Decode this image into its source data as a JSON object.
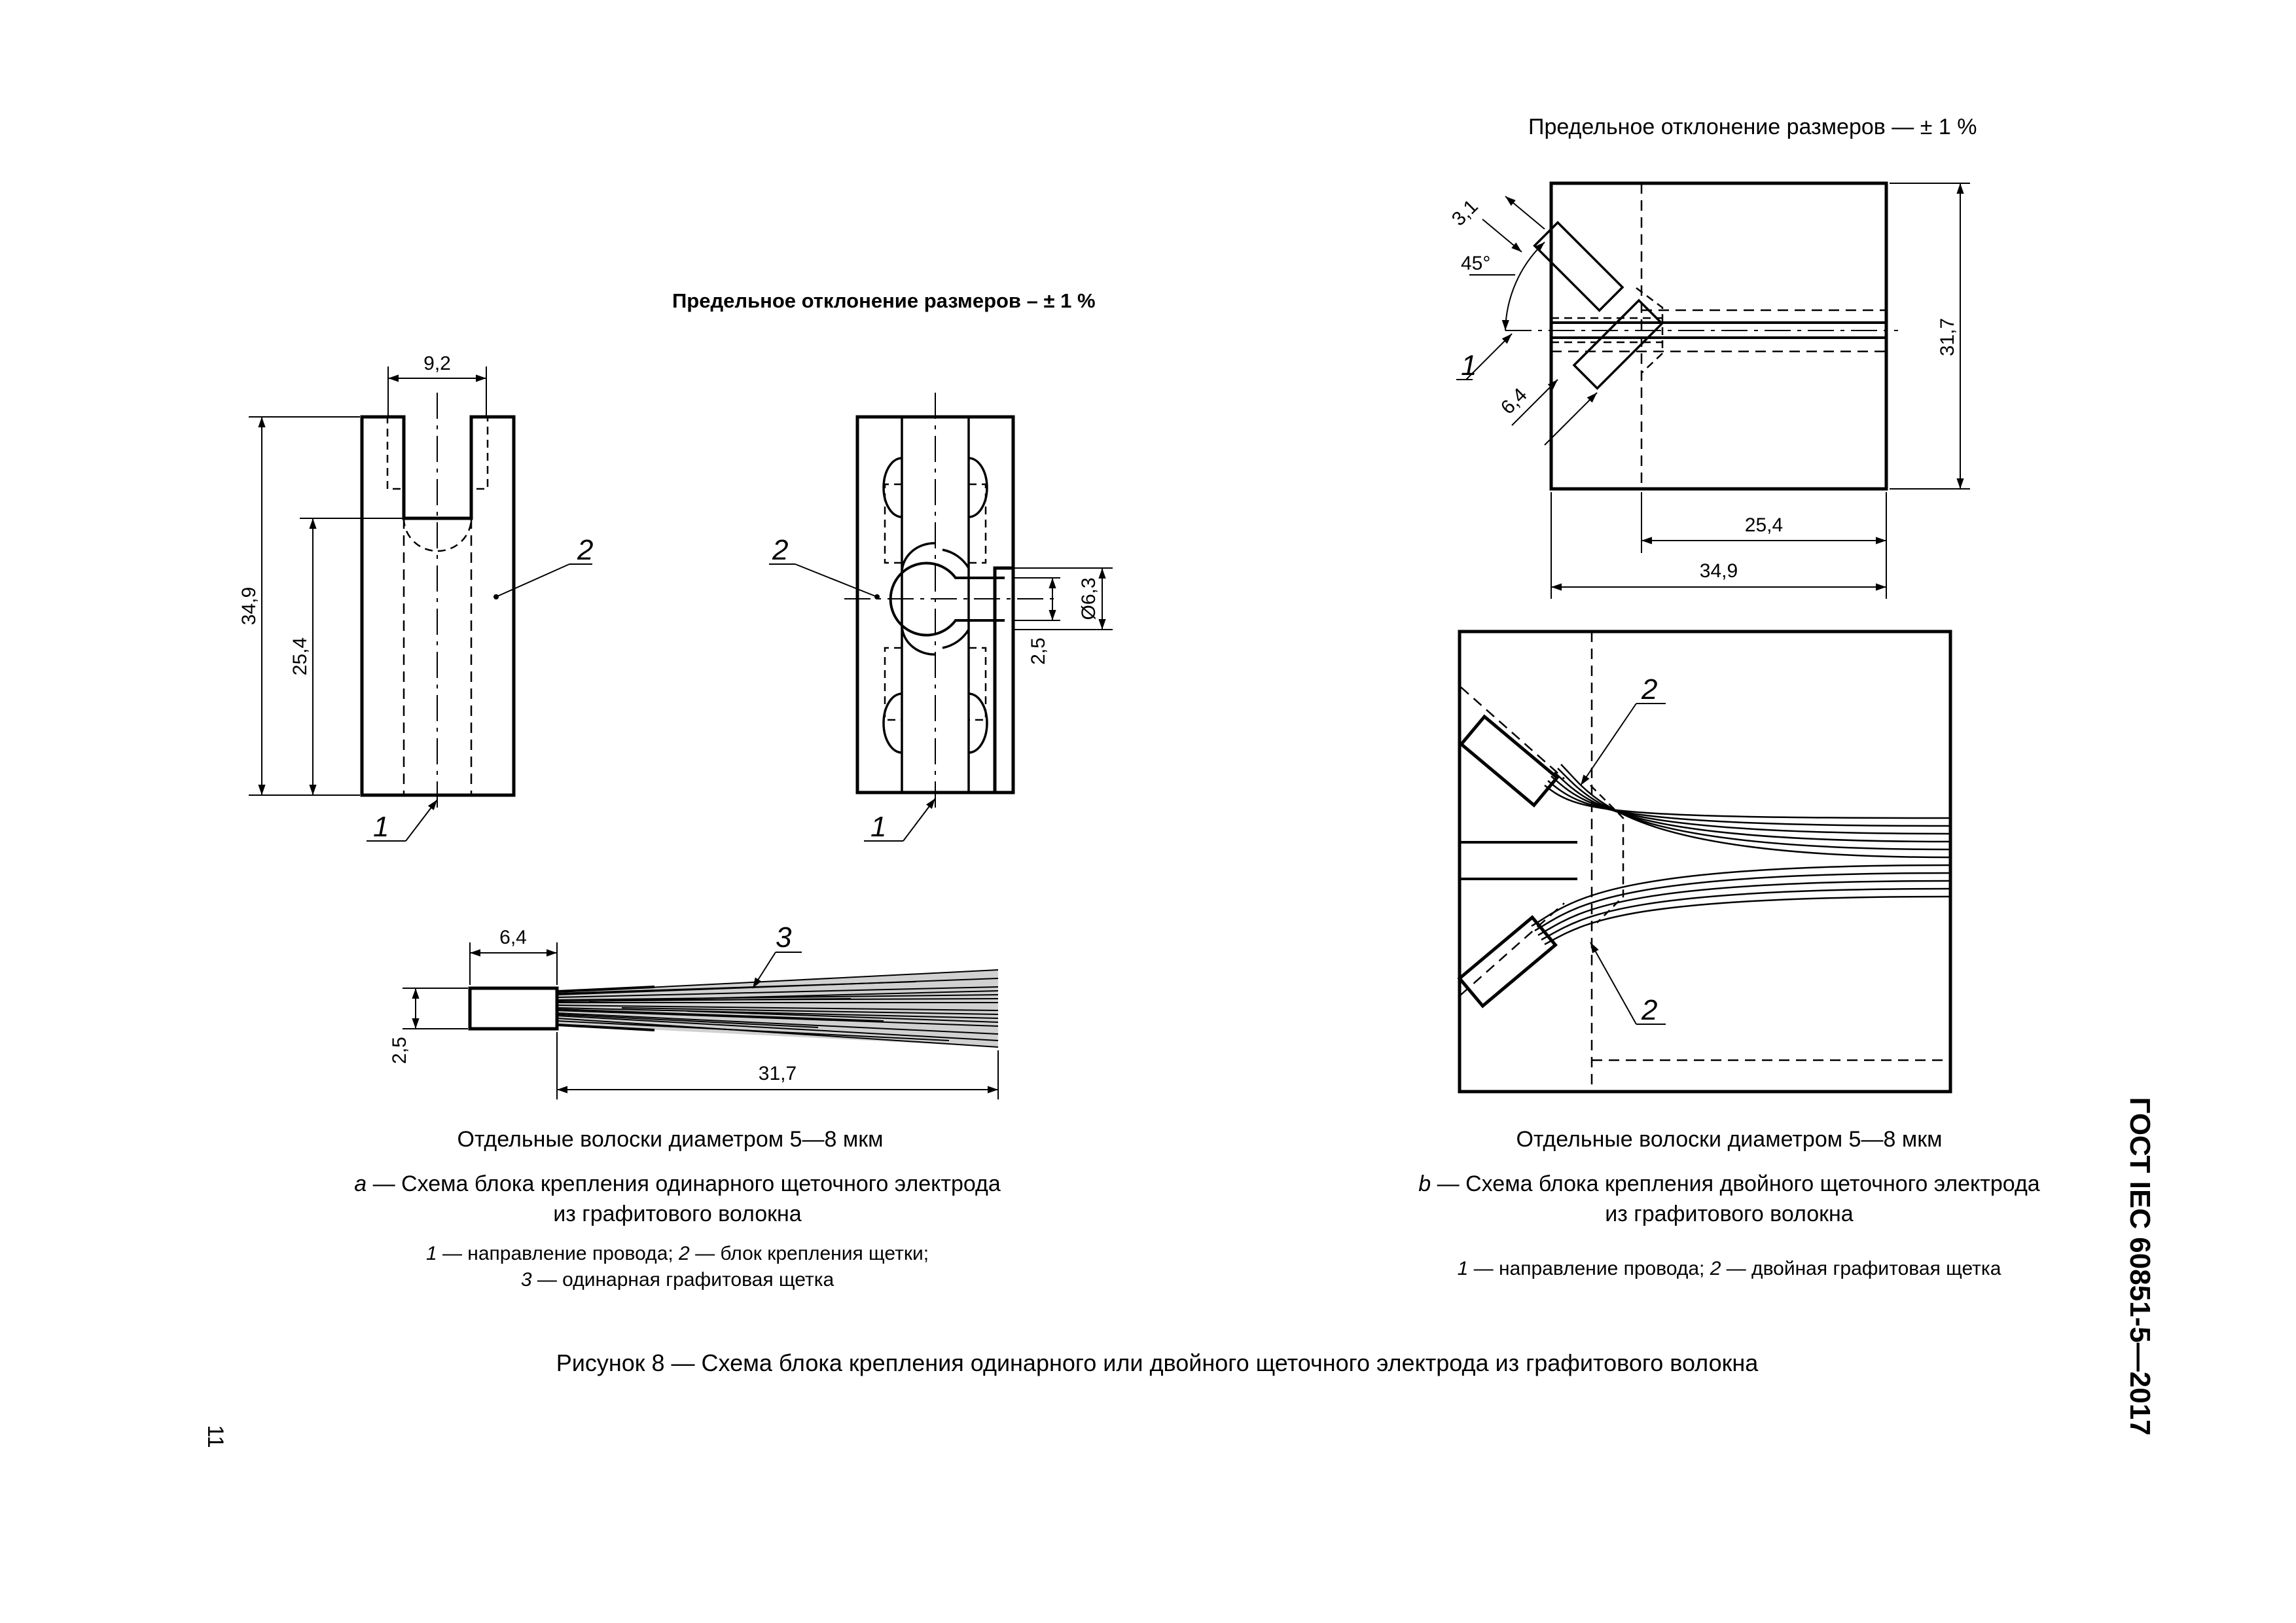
{
  "figure_a": {
    "tolerance_note": "Предельное отклонение размеров – ± 1 %",
    "dims": {
      "width_top": "9,2",
      "height_total": "34,9",
      "height_slot": "25,4",
      "hole_dia": "Ø6,3",
      "slot_width": "2,5",
      "brush_length": "6,4",
      "brush_height": "2,5",
      "fiber_length": "31,7"
    },
    "labels": {
      "one": "1",
      "two": "2",
      "three": "3"
    },
    "fiber_note": "Отдельные волоски диаметром 5—8 мкм",
    "caption_letter": "а",
    "caption_line1": " — Схема блока крепления одинарного щеточного электрода",
    "caption_line2": "из графитового волокна",
    "legend_line1": {
      "n1": "1",
      "t1": " — направление провода; ",
      "n2": "2",
      "t2": " — блок крепления щетки;"
    },
    "legend_line2": {
      "n3": "3",
      "t3": " — одинарная графитовая щетка"
    }
  },
  "figure_b": {
    "tolerance_note": "Предельное отклонение размеров — ± 1 %",
    "dims": {
      "d31": "3,1",
      "angle": "45°",
      "d64": "6,4",
      "height": "31,7",
      "width_inner": "25,4",
      "width_total": "34,9"
    },
    "labels": {
      "one": "1",
      "two": "2"
    },
    "fiber_note": "Отдельные волоски диаметром 5—8 мкм",
    "caption_letter": "b",
    "caption_line1": " — Схема блока крепления двойного щеточного электрода",
    "caption_line2": "из графитового волокна",
    "legend": {
      "n1": "1",
      "t1": " — направление провода; ",
      "n2": "2",
      "t2": " — двойная графитовая щетка"
    }
  },
  "figure_title": "Рисунок 8 — Схема блока крепления одинарного или двойного щеточного электрода из графитового волокна",
  "page_number": "11",
  "standard_id": "ГОСТ IEC 60851-5—2017"
}
